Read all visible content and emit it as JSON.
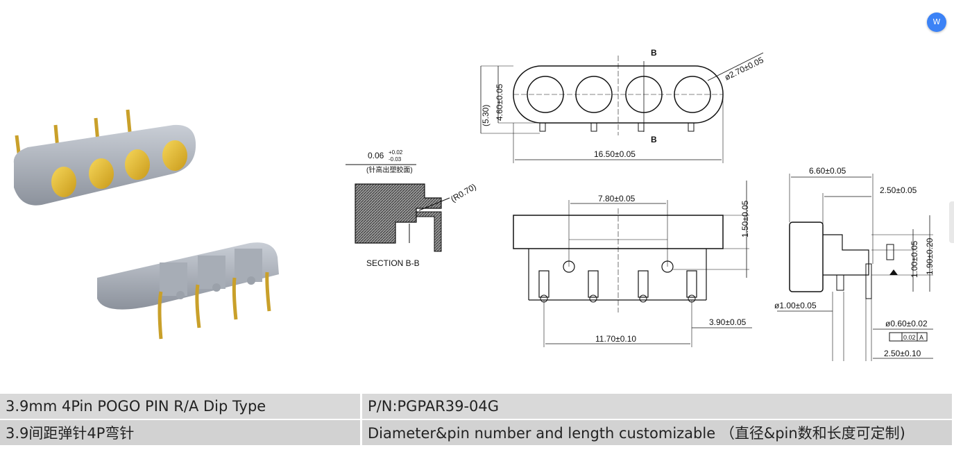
{
  "toolbar": {
    "doc_icon_glyph": "W",
    "doc_icon": "document-icon"
  },
  "drawing": {
    "section_label": "SECTION B-B",
    "section_radius": "(R0.70)",
    "protrusion_main": "0.06",
    "protrusion_tol_up": "+0.02",
    "protrusion_tol_down": "-0.03",
    "protrusion_note": "(针高出塑胶面)",
    "top_view": {
      "pin_diameter": "ø2.70±0.05",
      "height_ref": "(5.30)",
      "height": "4.60±0.05",
      "length": "16.50±0.05",
      "section_marker": "B"
    },
    "front_view": {
      "pitch_span": "7.80±0.05",
      "body_height": "1.50±0.05",
      "pin_span": "11.70±0.10",
      "pin_offset": "3.90±0.05"
    },
    "side_view": {
      "depth": "6.60±0.05",
      "offset": "2.50±0.05",
      "dim_a": "1.00±0.05",
      "dim_b": "1.90±0.20",
      "hole_diameter": "ø1.00±0.05",
      "pin_diameter": "ø0.60±0.02",
      "perp_tol": "0.02",
      "datum": "A",
      "pin_pitch": "2.50±0.10"
    }
  },
  "product": {
    "row1_left": "3.9mm 4Pin POGO PIN R/A Dip Type",
    "row1_right": "P/N:PGPAR39-04G",
    "row2_left": "3.9间距弹针4P弯针",
    "row2_right": "Diameter&pin number and length customizable （直径&pin数和长度可定制)"
  }
}
